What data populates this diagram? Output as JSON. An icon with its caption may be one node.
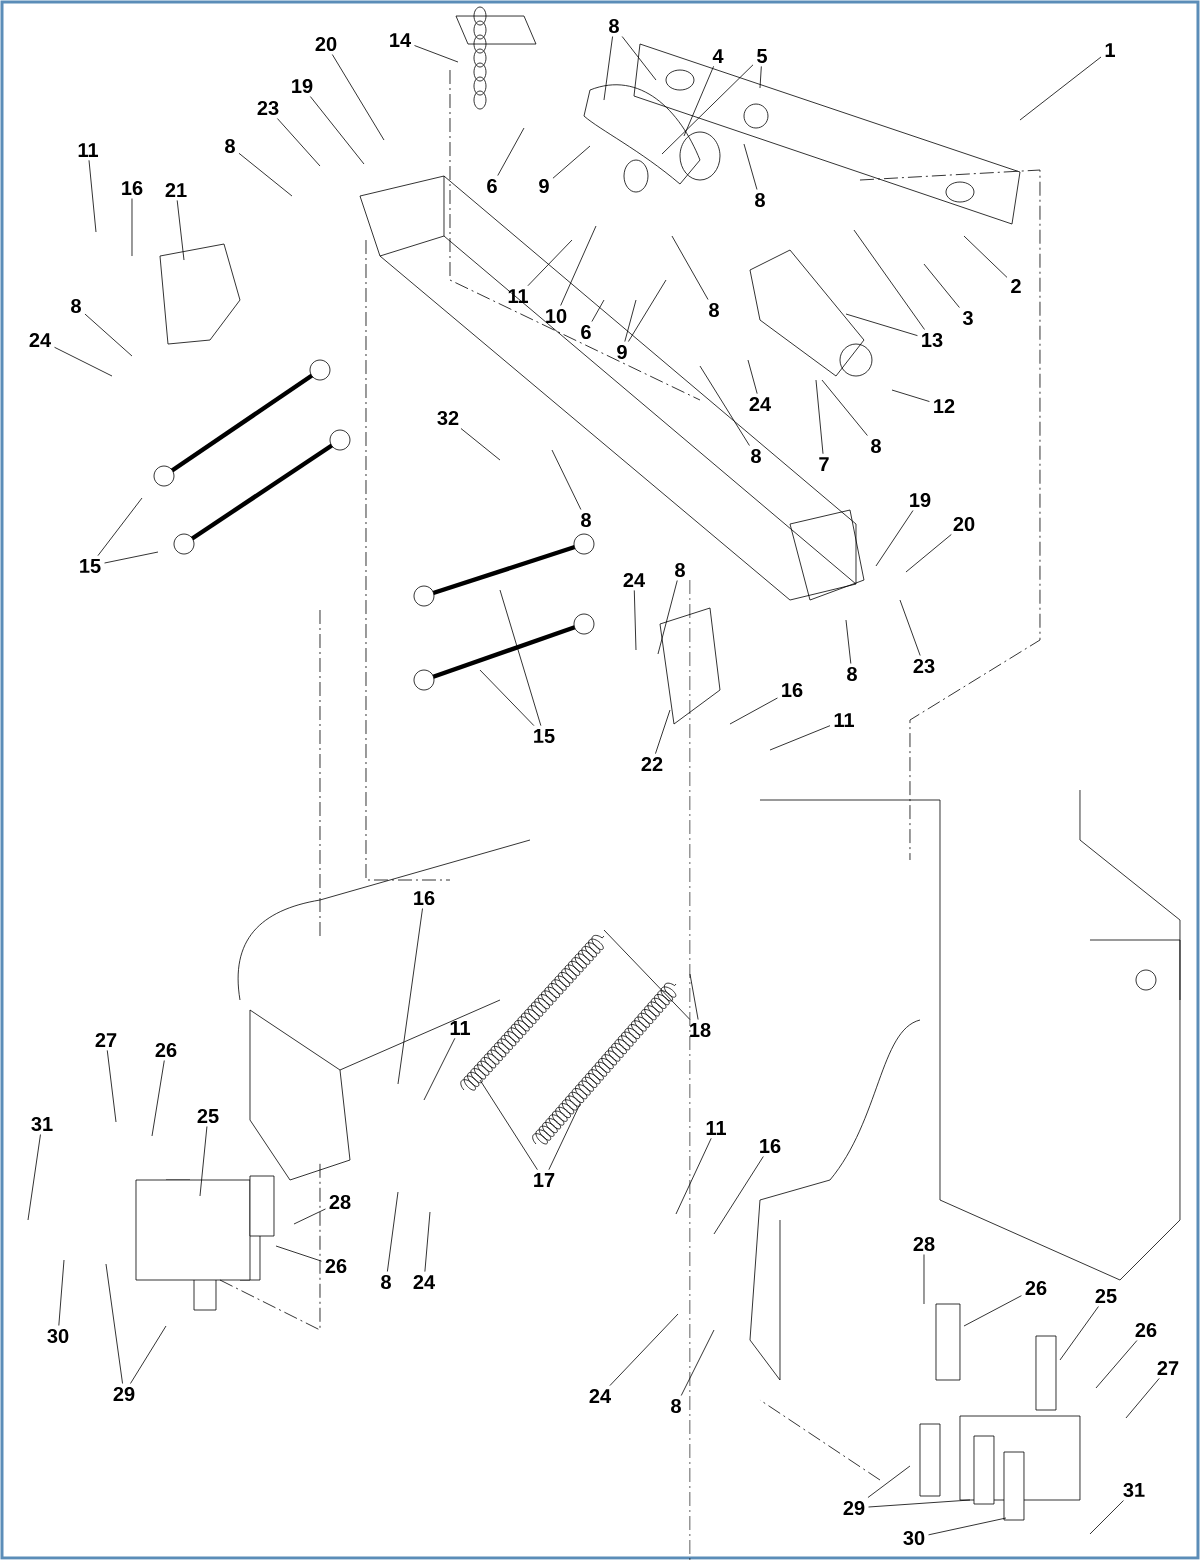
{
  "diagram": {
    "nodes": [
      {
        "text": [
          "14"
        ]
      },
      {
        "text": [
          "8"
        ]
      },
      {
        "text": [
          "4"
        ]
      },
      {
        "text": [
          "5"
        ]
      },
      {
        "text": [
          "1"
        ]
      },
      {
        "text": [
          "20"
        ]
      },
      {
        "text": [
          "19"
        ]
      },
      {
        "text": [
          "23"
        ]
      },
      {
        "text": [
          "6"
        ]
      },
      {
        "text": [
          "9"
        ]
      },
      {
        "text": [
          "11"
        ]
      },
      {
        "text": [
          "16"
        ]
      },
      {
        "text": [
          "21"
        ]
      },
      {
        "text": [
          "8"
        ]
      },
      {
        "text": [
          "8"
        ]
      },
      {
        "text": [
          "2"
        ]
      },
      {
        "text": [
          "11"
        ]
      },
      {
        "text": [
          "10"
        ]
      },
      {
        "text": [
          "8"
        ]
      },
      {
        "text": [
          "3"
        ]
      },
      {
        "text": [
          "8"
        ]
      },
      {
        "text": [
          "6"
        ]
      },
      {
        "text": [
          "9"
        ]
      },
      {
        "text": [
          "24"
        ]
      },
      {
        "text": [
          "13"
        ]
      },
      {
        "text": [
          "24"
        ]
      },
      {
        "text": [
          "12"
        ]
      },
      {
        "text": [
          "32"
        ]
      },
      {
        "text": [
          "8"
        ]
      },
      {
        "text": [
          "7"
        ]
      },
      {
        "text": [
          "8"
        ]
      },
      {
        "text": [
          "19"
        ]
      },
      {
        "text": [
          "20"
        ]
      },
      {
        "text": [
          "8"
        ]
      },
      {
        "text": [
          "15"
        ]
      },
      {
        "text": [
          "24"
        ]
      },
      {
        "text": [
          "8"
        ]
      },
      {
        "text": [
          "8"
        ]
      },
      {
        "text": [
          "23"
        ]
      },
      {
        "text": [
          "16"
        ]
      },
      {
        "text": [
          "15"
        ]
      },
      {
        "text": [
          "11"
        ]
      },
      {
        "text": [
          "22"
        ]
      },
      {
        "text": [
          "16"
        ]
      },
      {
        "text": [
          "11"
        ]
      },
      {
        "text": [
          "18"
        ]
      },
      {
        "text": [
          "27"
        ]
      },
      {
        "text": [
          "26"
        ]
      },
      {
        "text": [
          "25"
        ]
      },
      {
        "text": [
          "31"
        ]
      },
      {
        "text": [
          "11"
        ]
      },
      {
        "text": [
          "16"
        ]
      },
      {
        "text": [
          "17"
        ]
      },
      {
        "text": [
          "28"
        ]
      },
      {
        "text": [
          "8"
        ]
      },
      {
        "text": [
          "24"
        ]
      },
      {
        "text": [
          "26"
        ]
      },
      {
        "text": [
          "28"
        ]
      },
      {
        "text": [
          "26"
        ]
      },
      {
        "text": [
          "25"
        ]
      },
      {
        "text": [
          "30"
        ]
      },
      {
        "text": [
          "26"
        ]
      },
      {
        "text": [
          "27"
        ]
      },
      {
        "text": [
          "29"
        ]
      },
      {
        "text": [
          "24"
        ]
      },
      {
        "text": [
          "8"
        ]
      },
      {
        "text": [
          "31"
        ]
      },
      {
        "text": [
          "29"
        ]
      },
      {
        "text": [
          "30"
        ]
      }
    ],
    "edges": [
      {
        "from": 0,
        "to": null,
        "arrow": "none"
      },
      {
        "from": 1,
        "to": null,
        "arrow": "none"
      },
      {
        "from": 1,
        "to": null,
        "arrow": "none"
      },
      {
        "from": 2,
        "to": null,
        "arrow": "none"
      },
      {
        "from": 3,
        "to": null,
        "arrow": "none"
      },
      {
        "from": 3,
        "to": null,
        "arrow": "none"
      },
      {
        "from": 4,
        "to": null,
        "arrow": "none"
      },
      {
        "from": 5,
        "to": null,
        "arrow": "none"
      },
      {
        "from": 6,
        "to": null,
        "arrow": "none"
      },
      {
        "from": 7,
        "to": null,
        "arrow": "none"
      },
      {
        "from": 8,
        "to": null,
        "arrow": "none"
      },
      {
        "from": 9,
        "to": null,
        "arrow": "none"
      },
      {
        "from": 10,
        "to": null,
        "arrow": "none"
      },
      {
        "from": 11,
        "to": null,
        "arrow": "none"
      },
      {
        "from": 12,
        "to": null,
        "arrow": "none"
      },
      {
        "from": 13,
        "to": null,
        "arrow": "none"
      },
      {
        "from": 14,
        "to": null,
        "arrow": "none"
      },
      {
        "from": 15,
        "to": null,
        "arrow": "none"
      },
      {
        "from": 16,
        "to": null,
        "arrow": "none"
      },
      {
        "from": 17,
        "to": null,
        "arrow": "none"
      },
      {
        "from": 18,
        "to": null,
        "arrow": "none"
      },
      {
        "from": 19,
        "to": null,
        "arrow": "none"
      },
      {
        "from": 20,
        "to": null,
        "arrow": "none"
      },
      {
        "from": 21,
        "to": null,
        "arrow": "none"
      },
      {
        "from": 22,
        "to": null,
        "arrow": "none"
      },
      {
        "from": 22,
        "to": null,
        "arrow": "none"
      },
      {
        "from": 23,
        "to": null,
        "arrow": "none"
      },
      {
        "from": 24,
        "to": null,
        "arrow": "none"
      },
      {
        "from": 24,
        "to": null,
        "arrow": "none"
      },
      {
        "from": 25,
        "to": null,
        "arrow": "none"
      },
      {
        "from": 26,
        "to": null,
        "arrow": "none"
      },
      {
        "from": 27,
        "to": null,
        "arrow": "none"
      },
      {
        "from": 28,
        "to": null,
        "arrow": "none"
      },
      {
        "from": 29,
        "to": null,
        "arrow": "none"
      },
      {
        "from": 30,
        "to": null,
        "arrow": "none"
      },
      {
        "from": 31,
        "to": null,
        "arrow": "none"
      },
      {
        "from": 32,
        "to": null,
        "arrow": "none"
      },
      {
        "from": 33,
        "to": null,
        "arrow": "none"
      },
      {
        "from": 34,
        "to": null,
        "arrow": "none"
      },
      {
        "from": 34,
        "to": null,
        "arrow": "none"
      },
      {
        "from": 35,
        "to": null,
        "arrow": "none"
      },
      {
        "from": 36,
        "to": null,
        "arrow": "none"
      },
      {
        "from": 37,
        "to": null,
        "arrow": "none"
      },
      {
        "from": 38,
        "to": null,
        "arrow": "none"
      },
      {
        "from": 39,
        "to": null,
        "arrow": "none"
      },
      {
        "from": 40,
        "to": null,
        "arrow": "none"
      },
      {
        "from": 40,
        "to": null,
        "arrow": "none"
      },
      {
        "from": 41,
        "to": null,
        "arrow": "none"
      },
      {
        "from": 42,
        "to": null,
        "arrow": "none"
      },
      {
        "from": 43,
        "to": null,
        "arrow": "none"
      },
      {
        "from": 44,
        "to": null,
        "arrow": "none"
      },
      {
        "from": 45,
        "to": null,
        "arrow": "none"
      },
      {
        "from": 45,
        "to": null,
        "arrow": "none"
      },
      {
        "from": 46,
        "to": null,
        "arrow": "none"
      },
      {
        "from": 47,
        "to": null,
        "arrow": "none"
      },
      {
        "from": 48,
        "to": null,
        "arrow": "none"
      },
      {
        "from": 49,
        "to": null,
        "arrow": "none"
      },
      {
        "from": 50,
        "to": null,
        "arrow": "none"
      },
      {
        "from": 51,
        "to": null,
        "arrow": "none"
      },
      {
        "from": 52,
        "to": null,
        "arrow": "none"
      },
      {
        "from": 52,
        "to": null,
        "arrow": "none"
      },
      {
        "from": 53,
        "to": null,
        "arrow": "none"
      },
      {
        "from": 54,
        "to": null,
        "arrow": "none"
      },
      {
        "from": 55,
        "to": null,
        "arrow": "none"
      },
      {
        "from": 56,
        "to": null,
        "arrow": "none"
      },
      {
        "from": 57,
        "to": null,
        "arrow": "none"
      },
      {
        "from": 58,
        "to": null,
        "arrow": "none"
      },
      {
        "from": 59,
        "to": null,
        "arrow": "none"
      },
      {
        "from": 60,
        "to": null,
        "arrow": "none"
      },
      {
        "from": 61,
        "to": null,
        "arrow": "none"
      },
      {
        "from": 62,
        "to": null,
        "arrow": "none"
      },
      {
        "from": 63,
        "to": null,
        "arrow": "none"
      },
      {
        "from": 63,
        "to": null,
        "arrow": "none"
      },
      {
        "from": 64,
        "to": null,
        "arrow": "none"
      },
      {
        "from": 65,
        "to": null,
        "arrow": "none"
      },
      {
        "from": 66,
        "to": null,
        "arrow": "none"
      },
      {
        "from": 67,
        "to": null,
        "arrow": "none"
      },
      {
        "from": 67,
        "to": null,
        "arrow": "none"
      },
      {
        "from": 68,
        "to": null,
        "arrow": "none"
      }
    ]
  }
}
